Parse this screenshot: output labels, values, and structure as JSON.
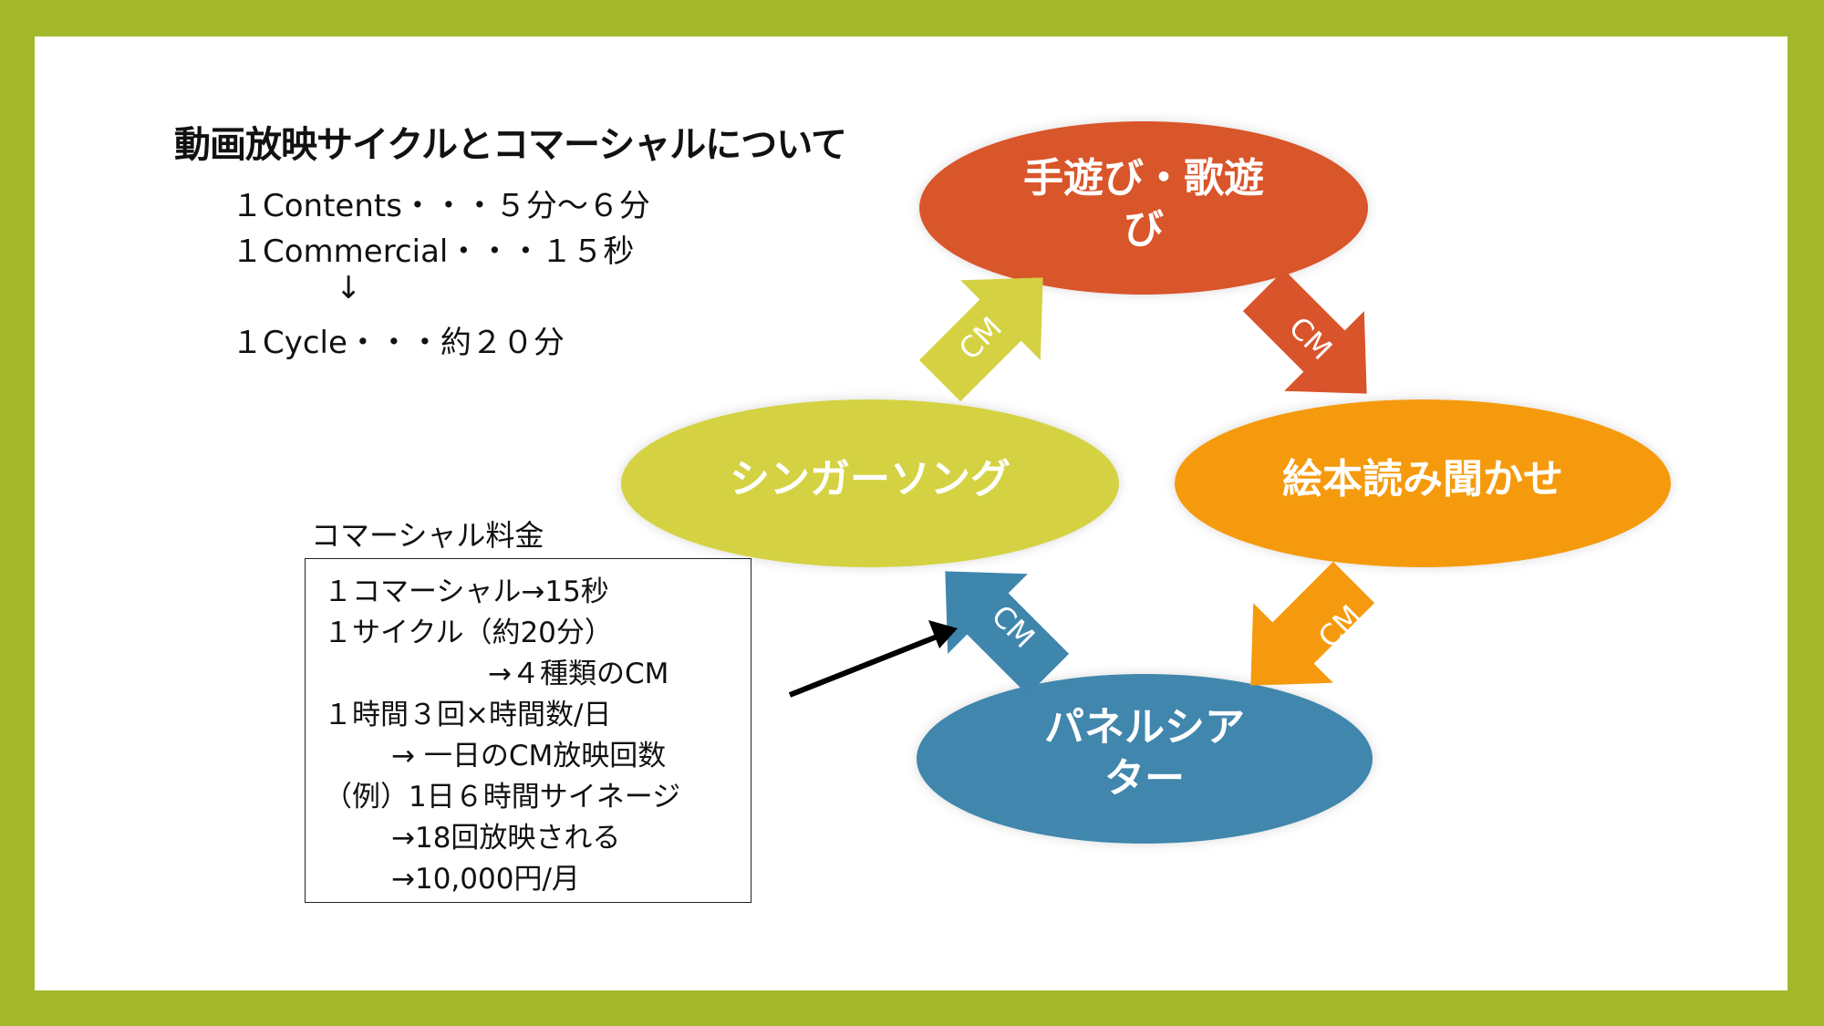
{
  "title": "動画放映サイクルとコマーシャルについて",
  "cycle_info": {
    "contents": "１Contents・・・５分～６分",
    "commercial": "１Commercial・・・１５秒",
    "arrow": "↓",
    "cycle": "１Cycle・・・約２０分"
  },
  "rates": {
    "title": "コマーシャル料金",
    "lines": [
      "１コマーシャル→15秒",
      "１サイクル（約20分）",
      "→４種類のCM",
      "１時間３回×時間数/日",
      "→ 一日のCM放映回数",
      "（例）1日６時間サイネージ",
      "→18回放映される",
      "→10,000円/月"
    ]
  },
  "diagram": {
    "nodes": [
      {
        "id": "teasobi",
        "label_line1": "手遊び・歌遊",
        "label_line2": "び",
        "color": "#d9542b"
      },
      {
        "id": "ehon",
        "label_line1": "絵本読み聞かせ",
        "label_line2": "",
        "color": "#f59a0e"
      },
      {
        "id": "panel",
        "label_line1": "パネルシア",
        "label_line2": "ター",
        "color": "#3f86ad"
      },
      {
        "id": "singer",
        "label_line1": "シンガーソング",
        "label_line2": "",
        "color": "#d4d243"
      }
    ],
    "arrows": [
      {
        "label": "CM",
        "color": "#d4d243"
      },
      {
        "label": "CM",
        "color": "#d9542b"
      },
      {
        "label": "CM",
        "color": "#f59a0e"
      },
      {
        "label": "CM",
        "color": "#3f86ad"
      }
    ]
  }
}
